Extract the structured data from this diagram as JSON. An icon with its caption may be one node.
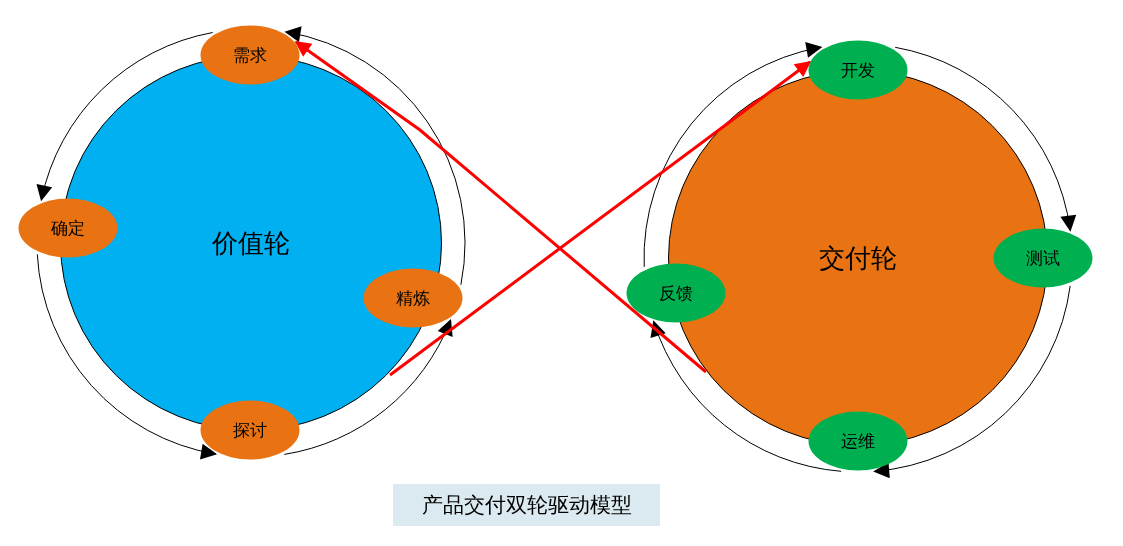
{
  "diagram": {
    "caption": "产品交付双轮驱动模型",
    "nodes": [
      {
        "text": [
          "价值轮"
        ]
      },
      {
        "text": [
          "需求"
        ]
      },
      {
        "text": [
          "确定"
        ]
      },
      {
        "text": [
          "精炼"
        ]
      },
      {
        "text": [
          "探讨"
        ]
      },
      {
        "text": [
          "交付轮"
        ]
      },
      {
        "text": [
          "开发"
        ]
      },
      {
        "text": [
          "测试"
        ]
      },
      {
        "text": [
          "反馈"
        ]
      },
      {
        "text": [
          "运维"
        ]
      }
    ],
    "edges": [
      {
        "from": 1,
        "to": 2,
        "arrow": "to"
      },
      {
        "from": 2,
        "to": 4,
        "arrow": "to"
      },
      {
        "from": 4,
        "to": 3,
        "arrow": "to"
      },
      {
        "from": 3,
        "to": 1,
        "arrow": "to"
      },
      {
        "from": 6,
        "to": 7,
        "arrow": "to"
      },
      {
        "from": 7,
        "to": 9,
        "arrow": "to"
      },
      {
        "from": 9,
        "to": 8,
        "arrow": "to"
      },
      {
        "from": 8,
        "to": 6,
        "arrow": "to"
      },
      {
        "from": 5,
        "to": 1,
        "arrow": "to",
        "color": "#ff0000",
        "style": "thick"
      },
      {
        "from": 0,
        "to": 6,
        "arrow": "to",
        "color": "#ff0000",
        "style": "thick"
      }
    ]
  }
}
